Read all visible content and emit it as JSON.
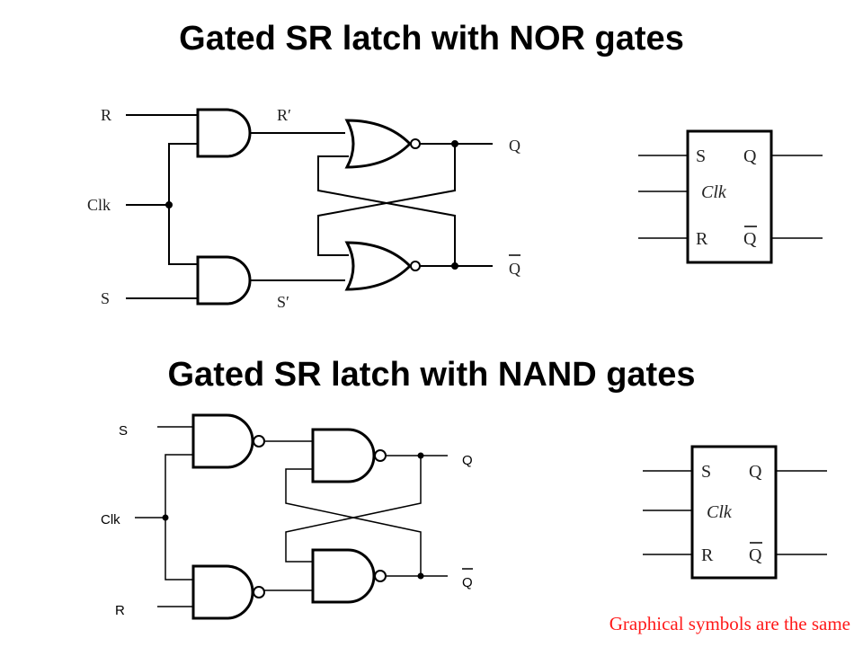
{
  "titles": {
    "nor": "Gated SR latch with NOR gates",
    "nand": "Gated SR latch with NAND gates"
  },
  "nor_circuit": {
    "labels": {
      "r": "R",
      "r_prime": "R′",
      "clk": "Clk",
      "s": "S",
      "s_prime": "S′",
      "q": "Q",
      "q_bar": "Q"
    }
  },
  "nor_symbol": {
    "labels": {
      "s": "S",
      "q": "Q",
      "clk": "Clk",
      "r": "R",
      "q_bar": "Q"
    }
  },
  "nand_circuit": {
    "labels": {
      "s": "S",
      "clk": "Clk",
      "r": "R",
      "q": "Q",
      "q_bar": "Q"
    }
  },
  "nand_symbol": {
    "labels": {
      "s": "S",
      "q": "Q",
      "clk": "Clk",
      "r": "R",
      "q_bar": "Q"
    }
  },
  "note": "Graphical symbols are the same",
  "colors": {
    "note": "#ff1a1a",
    "ink": "#000000"
  }
}
